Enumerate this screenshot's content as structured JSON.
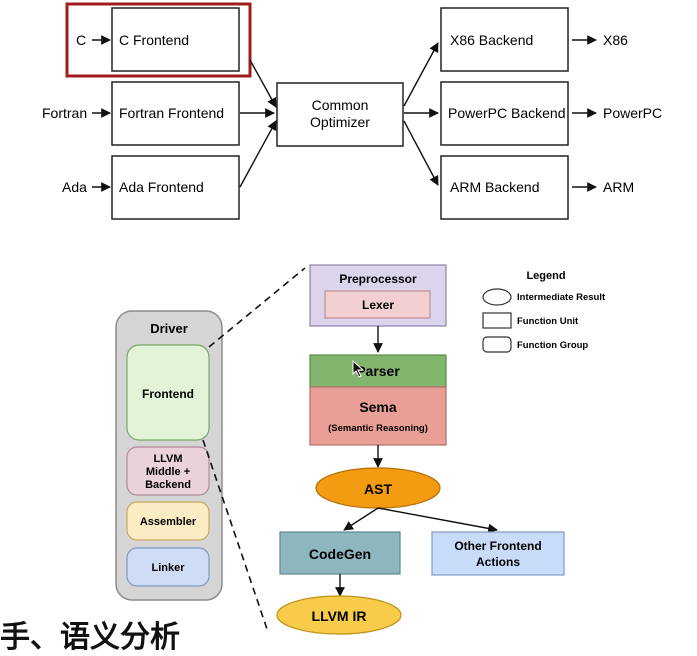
{
  "top_pipeline": {
    "inputs": [
      "C",
      "Fortran",
      "Ada"
    ],
    "frontends": [
      "C Frontend",
      "Fortran Frontend",
      "Ada Frontend"
    ],
    "optimizer": [
      "Common",
      "Optimizer"
    ],
    "backends": [
      "X86 Backend",
      "PowerPC Backend",
      "ARM Backend"
    ],
    "outputs": [
      "X86",
      "PowerPC",
      "ARM"
    ]
  },
  "driver": {
    "title": "Driver",
    "frontend": "Frontend",
    "llvm_lines": [
      "LLVM",
      "Middle +",
      "Backend"
    ],
    "assembler": "Assembler",
    "linker": "Linker"
  },
  "flow": {
    "preprocessor": "Preprocessor",
    "lexer": "Lexer",
    "parser": "Parser",
    "sema": "Sema",
    "sema_sub": "(Semantic Reasoning)",
    "ast": "AST",
    "codegen": "CodeGen",
    "other_lines": [
      "Other Frontend",
      "Actions"
    ],
    "llvm_ir": "LLVM IR"
  },
  "legend": {
    "title": "Legend",
    "items": [
      "Intermediate Result",
      "Function Unit",
      "Function Group"
    ]
  },
  "overlay_caption": "手、语义分析",
  "colors": {
    "highlight": "#a01c1c",
    "driver_bg": "#d5d5d5",
    "frontend_fill": "#e3f3d8",
    "llvm_fill": "#ead2dc",
    "assembler_fill": "#fbecc4",
    "linker_fill": "#cfdcf5",
    "preprocessor_fill": "#dcd3ec",
    "lexer_fill": "#f2cfd0",
    "parser_fill": "#82b56e",
    "sema_fill": "#e99f95",
    "ast_fill": "#f39c12",
    "codegen_fill": "#8db6bf",
    "other_fill": "#c8dbf8",
    "llvm_ir_fill": "#f6cc4a"
  }
}
